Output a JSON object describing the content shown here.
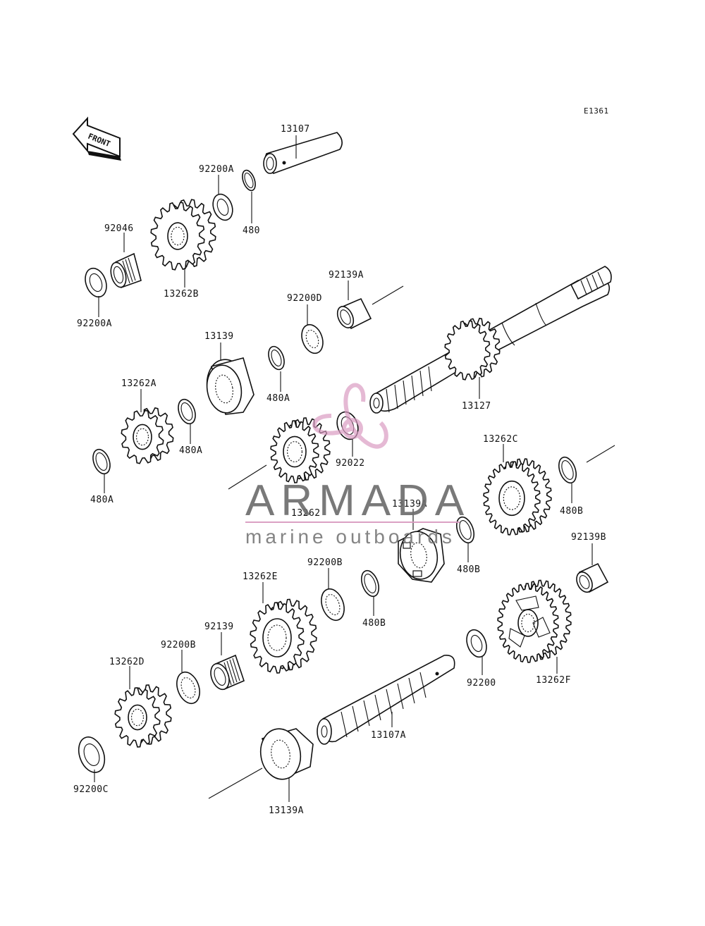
{
  "diagram": {
    "code": "E1361",
    "front_label": "FRONT",
    "watermark": {
      "title": "ARMADA",
      "subtitle": "marine outboards"
    },
    "labels": {
      "p13107": "13107",
      "p92200A_top": "92200A",
      "p480_top": "480",
      "p92046": "92046",
      "p13262B": "13262B",
      "p92200A_left": "92200A",
      "p92139A": "92139A",
      "p92200D": "92200D",
      "p13139": "13139",
      "p480A_mid": "480A",
      "p13262A": "13262A",
      "p480A_a": "480A",
      "p480A_b": "480A",
      "p13127": "13127",
      "p92022": "92022",
      "p13262": "13262",
      "p13262C": "13262C",
      "p480B_right": "480B",
      "p13139A_mid": "13139A",
      "p480B_mid": "480B",
      "p92139B": "92139B",
      "p92200B_mid": "92200B",
      "p13262E": "13262E",
      "p480B_low": "480B",
      "p92139": "92139",
      "p92200B_low": "92200B",
      "p13262D": "13262D",
      "p92200": "92200",
      "p13262F": "13262F",
      "p13107A": "13107A",
      "p92200C": "92200C",
      "p13139A_low": "13139A"
    }
  }
}
